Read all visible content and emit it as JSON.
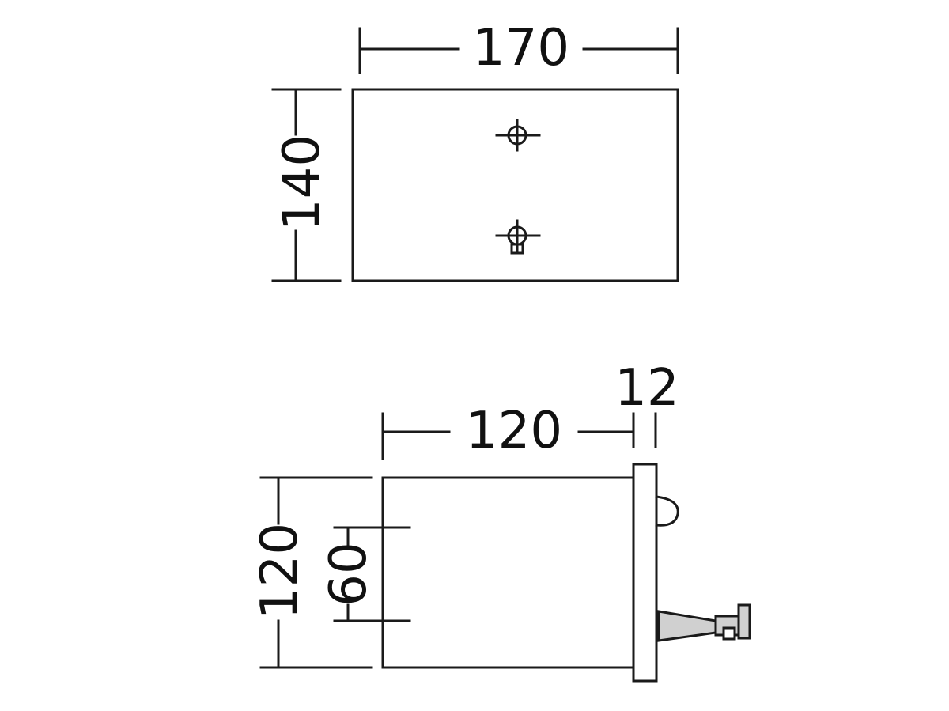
{
  "colors": {
    "line": "#1a1a1a",
    "background": "#ffffff",
    "fill_grey": "#d0d0d0"
  },
  "top_view": {
    "width_label": "170",
    "height_label": "140"
  },
  "side_view": {
    "depth_label": "120",
    "plate_label": "12",
    "height_label": "120",
    "hole_spacing_label": "60"
  }
}
